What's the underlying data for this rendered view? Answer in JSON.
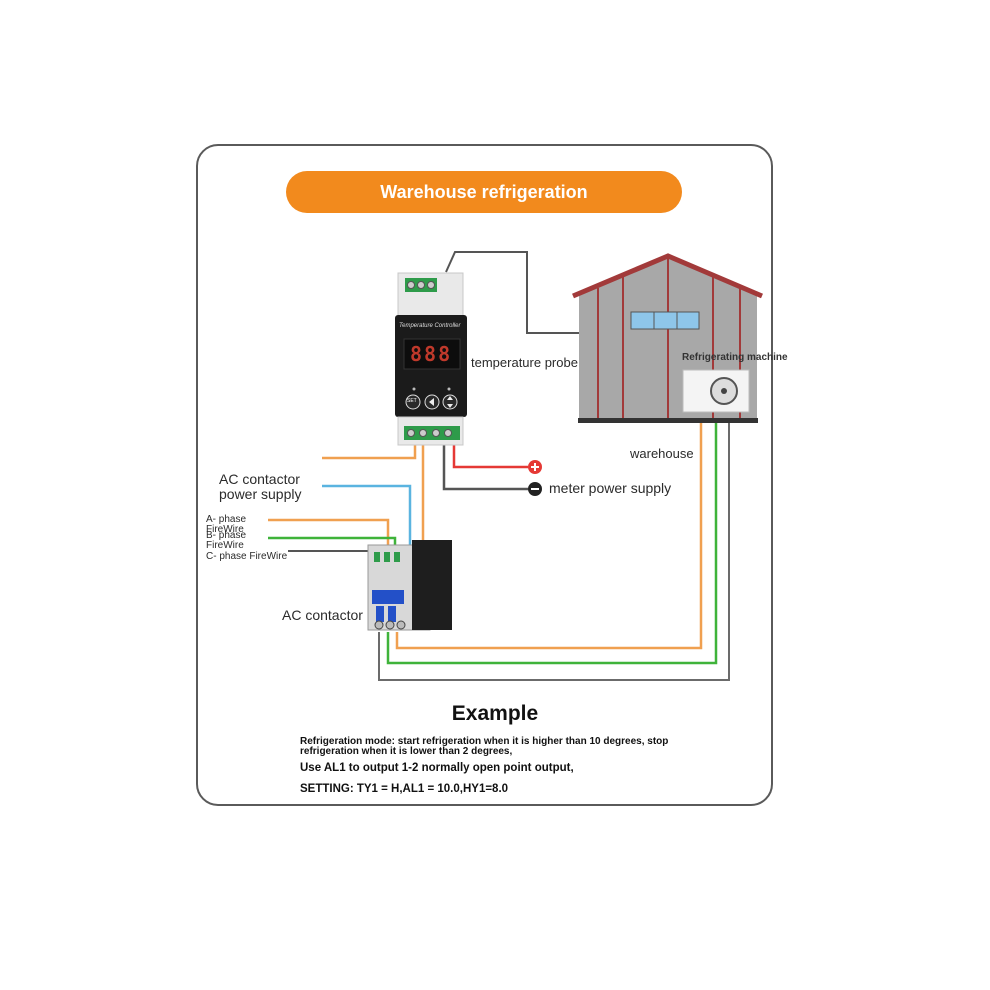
{
  "title": "Warehouse refrigeration",
  "labels": {
    "controller_name": "Temperature Controller",
    "display": "888",
    "probe": "temperature probe",
    "machine": "Refrigerating machine",
    "warehouse": "warehouse",
    "ac_power_1": "AC contactor",
    "ac_power_2": "power supply",
    "meter_power": "meter power supply",
    "phase_a_1": "A- phase",
    "phase_a_2": "FireWire",
    "phase_b_1": "B- phase",
    "phase_b_2": "FireWire",
    "phase_c": "C- phase FireWire",
    "contactor": "AC contactor",
    "btn_set": "SET",
    "plus_sign": "+",
    "minus_sign": "−"
  },
  "example": {
    "heading": "Example",
    "line1": "Refrigeration mode: start refrigeration when it is higher than 10 degrees, stop",
    "line2": "refrigeration when it is lower than 2 degrees,",
    "line3": "Use AL1 to output 1-2 normally open point output,",
    "line4": "SETTING: TY1 = H,AL1 = 10.0,HY1=8.0"
  },
  "colors": {
    "accent": "#f28a1d",
    "wire_orange": "#f0a050",
    "wire_blue": "#5ab4e0",
    "wire_green": "#3fb33a",
    "wire_gray": "#6b6b6b",
    "wire_red": "#e53935",
    "roof": "#a23a3a",
    "contactor_blue": "#2350c8"
  }
}
